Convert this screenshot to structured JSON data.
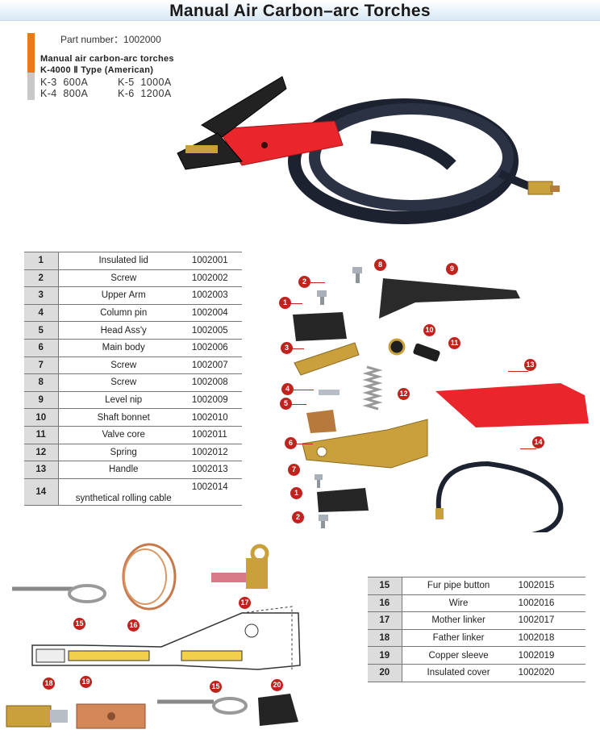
{
  "title": "Manual Air Carbon–arc Torches",
  "part_number": "Part number：1002000",
  "description_line1": "Manual air carbon-arc torches",
  "description_line2": "K-4000 Ⅱ Type (American)",
  "models": [
    {
      "name": "K-3",
      "amps": "600A"
    },
    {
      "name": "K-5",
      "amps": "1000A"
    },
    {
      "name": "K-4",
      "amps": "800A"
    },
    {
      "name": "K-6",
      "amps": "1200A"
    }
  ],
  "parts_table_1": [
    {
      "no": "1",
      "name": "Insulated lid",
      "code": "1002001"
    },
    {
      "no": "2",
      "name": "Screw",
      "code": "1002002"
    },
    {
      "no": "3",
      "name": "Upper Arm",
      "code": "1002003"
    },
    {
      "no": "4",
      "name": "Column pin",
      "code": "1002004"
    },
    {
      "no": "5",
      "name": "Head Ass'y",
      "code": "1002005"
    },
    {
      "no": "6",
      "name": "Main body",
      "code": "1002006"
    },
    {
      "no": "7",
      "name": "Screw",
      "code": "1002007"
    },
    {
      "no": "8",
      "name": "Screw",
      "code": "1002008"
    },
    {
      "no": "9",
      "name": "Level nip",
      "code": "1002009"
    },
    {
      "no": "10",
      "name": "Shaft bonnet",
      "code": "1002010"
    },
    {
      "no": "11",
      "name": "Valve core",
      "code": "1002011"
    },
    {
      "no": "12",
      "name": "Spring",
      "code": "1002012"
    },
    {
      "no": "13",
      "name": "Handle",
      "code": "1002013"
    },
    {
      "no": "14",
      "name": "synthetical rolling cable",
      "code": "1002014"
    }
  ],
  "parts_table_2": [
    {
      "no": "15",
      "name": "Fur pipe button",
      "code": "1002015"
    },
    {
      "no": "16",
      "name": "Wire",
      "code": "1002016"
    },
    {
      "no": "17",
      "name": "Mother linker",
      "code": "1002017"
    },
    {
      "no": "18",
      "name": "Father linker",
      "code": "1002018"
    },
    {
      "no": "19",
      "name": "Copper sleeve",
      "code": "1002019"
    },
    {
      "no": "20",
      "name": "Insulated cover",
      "code": "1002020"
    }
  ],
  "exploded_labels": [
    "1",
    "2",
    "3",
    "4",
    "5",
    "6",
    "7",
    "8",
    "9",
    "10",
    "11",
    "12",
    "13",
    "14",
    "1",
    "2"
  ],
  "lower_labels": [
    "15",
    "16",
    "17",
    "18",
    "19",
    "15",
    "20"
  ],
  "colors": {
    "accent_orange": "#e67a1e",
    "label_red": "#c0231e",
    "handle_red": "#e8262b",
    "brass": "#c9a03c",
    "cable": "#1c2230"
  }
}
